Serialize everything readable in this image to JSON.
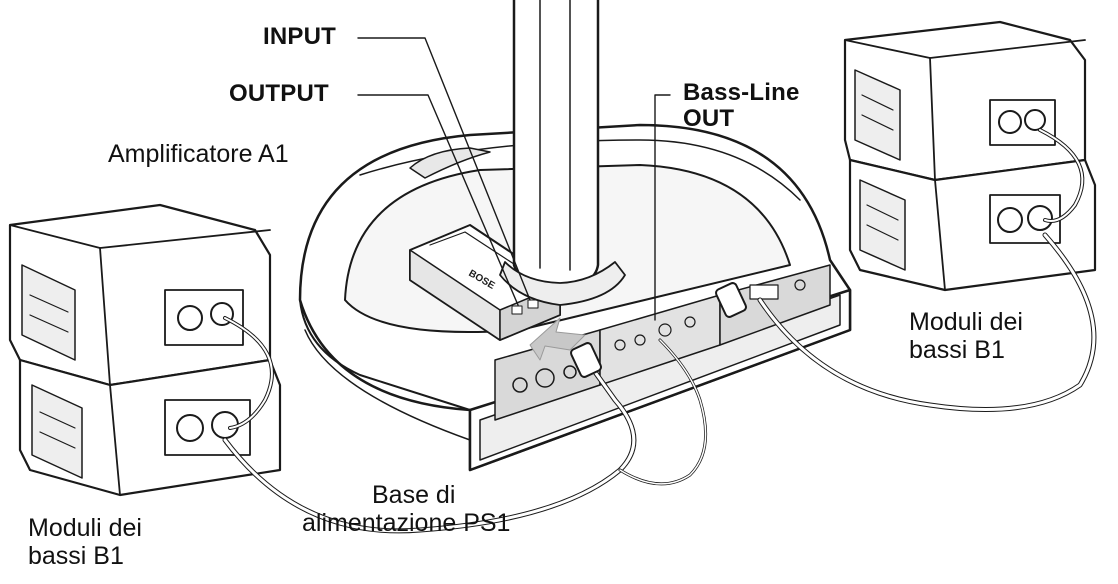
{
  "labels": {
    "input": "INPUT",
    "output": "OUTPUT",
    "bass_line_out": [
      "Bass-Line",
      "OUT"
    ],
    "amplifier": "Amplificatore A1",
    "bass_modules_right": [
      "Moduli dei",
      "bassi B1"
    ],
    "bass_modules_left": [
      "Moduli dei",
      "bassi B1"
    ],
    "power_stand": [
      "Base di",
      "alimentazione PS1"
    ]
  },
  "colors": {
    "line": "#1a1a1a",
    "body_fill": "#ffffff",
    "shade": "#e8e8e8",
    "panel": "#d9d9d9",
    "arrow": "#c8c8c8"
  }
}
